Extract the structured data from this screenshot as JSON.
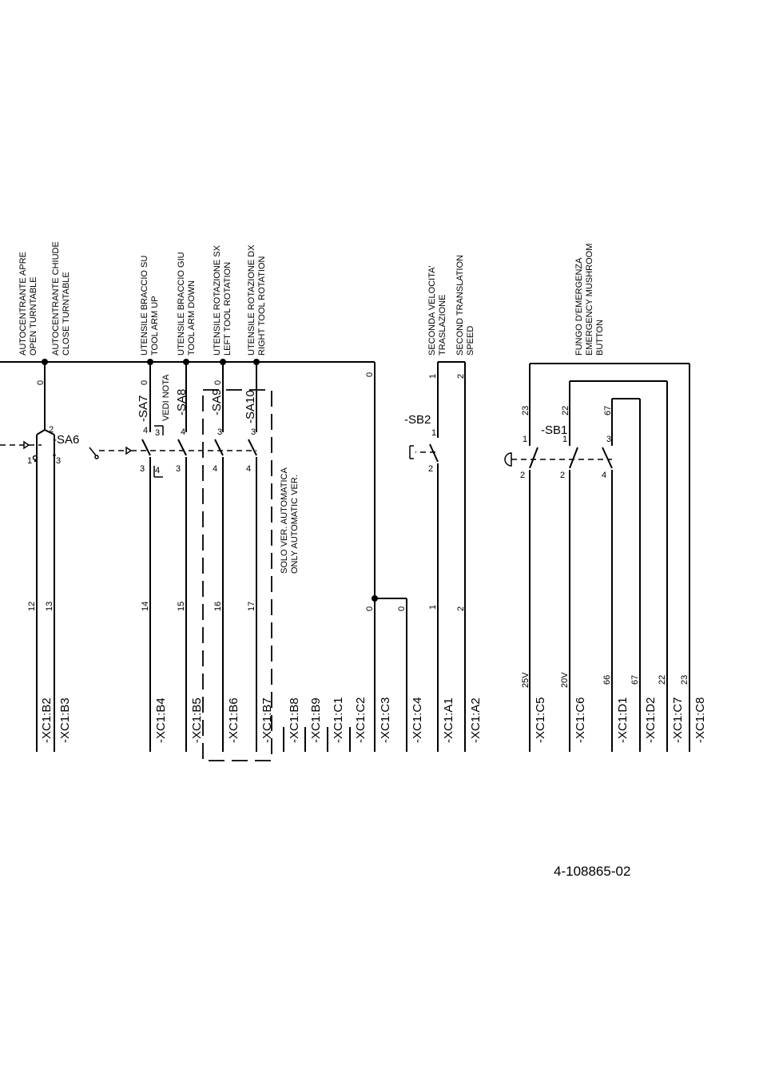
{
  "circuits": {
    "autocentrante_apre": [
      "AUTOCENTRANTE APRE",
      "OPEN TURNTABLE"
    ],
    "autocentrante_chiude": [
      "AUTOCENTRANTE CHIUDE",
      "CLOSE TURNTABLE"
    ],
    "braccio_su": [
      "UTENSILE BRACCIO SU",
      "TOOL ARM UP"
    ],
    "braccio_giu": [
      "UTENSILE BRACCIO GIU",
      "TOOL ARM DOWN"
    ],
    "rotazione_sx": [
      "UTENSILE ROTAZIONE SX",
      "LEFT TOOL ROTATION"
    ],
    "rotazione_dx": [
      "UTENSILE ROTAZIONE DX",
      "RIGHT TOOL ROTATION"
    ],
    "seconda_velocita": [
      "SECONDA VELOCITA'",
      "TRASLAZIONE"
    ],
    "second_translation": [
      "SECOND TRANSLATION",
      "SPEED"
    ],
    "fungo": [
      "FUNGO D'EMERGENZA",
      "EMERGENCY MUSHROOM",
      "BUTTON"
    ]
  },
  "devices": {
    "sa6": "-SA6",
    "sa7": "-SA7",
    "sa8": "-SA8",
    "sa9": "-SA9",
    "sa10": "-SA10",
    "sb1": "-SB1",
    "sb2": "-SB2"
  },
  "notes": {
    "vedi_nota": "VEDI NOTA",
    "solo_ver": [
      "SOLO VER. AUTOMATICA",
      "ONLY AUTOMATIC VER."
    ]
  },
  "terminals": [
    "-XC1:B2",
    "-XC1:B3",
    "-XC1:B4",
    "-XC1:B5",
    "-XC1:B6",
    "-XC1:B7",
    "-XC1:B8",
    "-XC1:B9",
    "-XC1:C1",
    "-XC1:C2",
    "-XC1:C3",
    "-XC1:C4",
    "-XC1:A1",
    "-XC1:A2",
    "-XC1:C5",
    "-XC1:C6",
    "-XC1:D1",
    "-XC1:D2",
    "-XC1:C7",
    "-XC1:C8"
  ],
  "wire_numbers": {
    "top": [
      "0",
      "0",
      "0",
      "0",
      "1",
      "2"
    ],
    "mid": [
      "12",
      "13",
      "14",
      "15",
      "16",
      "17",
      "0",
      "0",
      "1",
      "2"
    ],
    "low": [
      "25V",
      "20V",
      "66",
      "67",
      "22",
      "23"
    ],
    "sb1_top": [
      "23",
      "22",
      "67"
    ]
  },
  "pins": {
    "sa6": [
      "2",
      "1",
      "3"
    ],
    "sa7": [
      "4",
      "3"
    ],
    "sa7_note": [
      "3",
      "4"
    ],
    "sa8": [
      "4",
      "3"
    ],
    "sa9": [
      "3",
      "4"
    ],
    "sa10": [
      "3",
      "4"
    ],
    "sb2": [
      "1",
      "2"
    ],
    "sb1": [
      "1",
      "2",
      "1",
      "2",
      "3",
      "4"
    ]
  },
  "drawing_number": "4-108865-02"
}
